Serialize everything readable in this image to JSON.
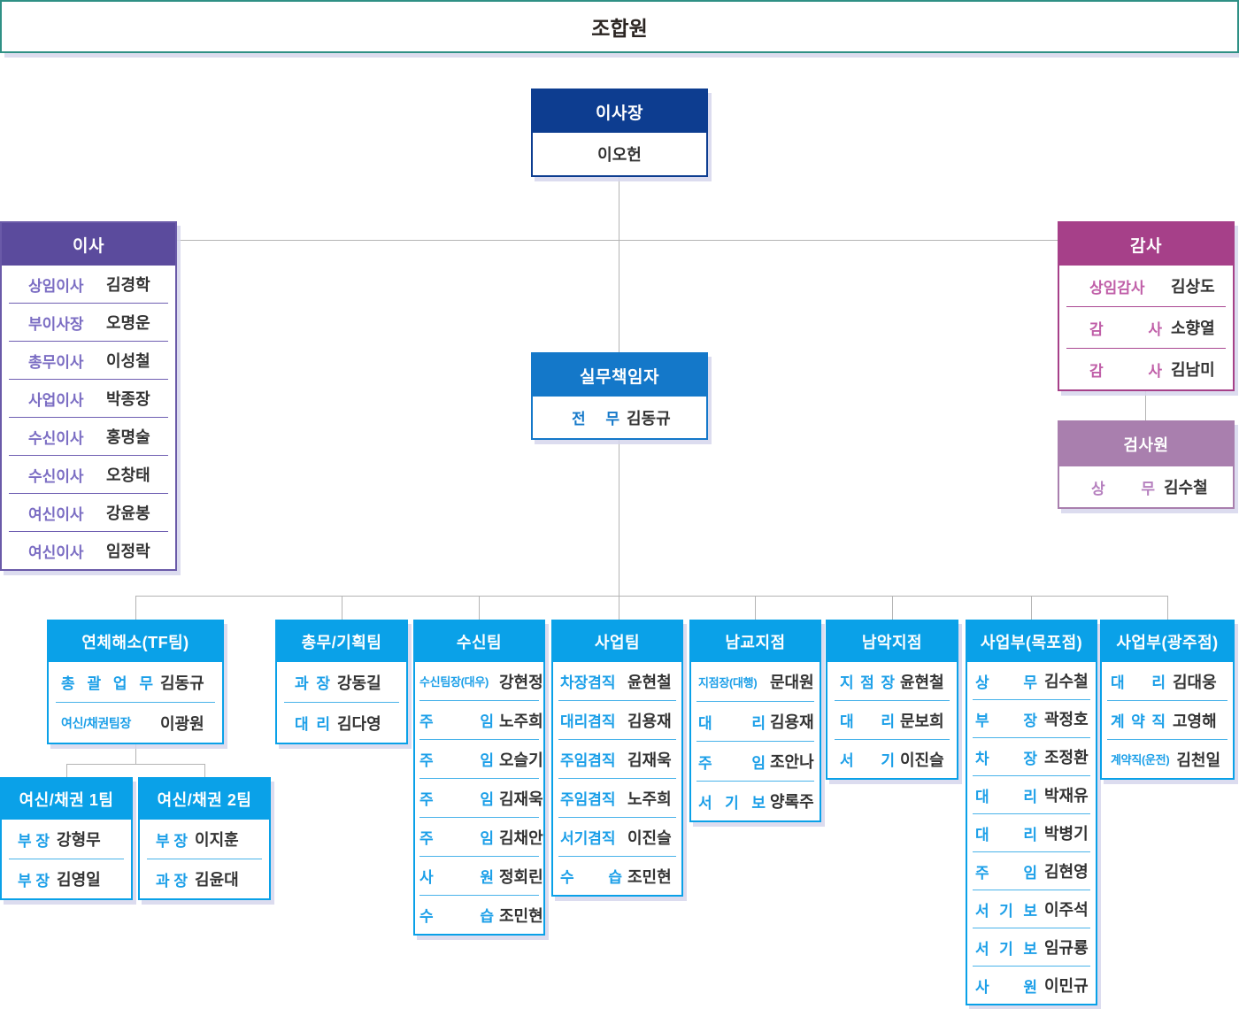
{
  "colors": {
    "member_border_teal": "#2f9085",
    "chairman_navy": "#0d3d90",
    "directors_purple": "#5b4b9d",
    "auditors_magenta": "#a64089",
    "inspector_lilac": "#a97fae",
    "executive_blue": "#1478c9",
    "team_cyan": "#0aa1e8",
    "connector_gray": "#b4b4b4",
    "name_text": "#333333"
  },
  "org": {
    "members": {
      "title": "조합원"
    },
    "chairman": {
      "title": "이사장",
      "name": "이오헌"
    },
    "directors": {
      "title": "이사",
      "rows": [
        {
          "pos": "상임이사",
          "name": "김경학"
        },
        {
          "pos": "부이사장",
          "name": "오명운"
        },
        {
          "pos": "총무이사",
          "name": "이성철"
        },
        {
          "pos": "사업이사",
          "name": "박종장"
        },
        {
          "pos": "수신이사",
          "name": "홍명술"
        },
        {
          "pos": "수신이사",
          "name": "오창태"
        },
        {
          "pos": "여신이사",
          "name": "강윤봉"
        },
        {
          "pos": "여신이사",
          "name": "임정락"
        }
      ]
    },
    "auditors": {
      "title": "감사",
      "rows": [
        {
          "pos": "상임감사",
          "name": "김상도"
        },
        {
          "pos": "감 사",
          "name": "소향열"
        },
        {
          "pos": "감 사",
          "name": "김남미"
        }
      ]
    },
    "executive": {
      "title": "실무책임자",
      "rows": [
        {
          "pos": "전 무",
          "name": "김동규"
        }
      ]
    },
    "inspector": {
      "title": "검사원",
      "rows": [
        {
          "pos": "상 무",
          "name": "김수철"
        }
      ]
    },
    "teams": [
      {
        "title": "연체해소(TF팀)",
        "rows": [
          {
            "pos": "총 괄 업 무",
            "name": "김동규"
          },
          {
            "pos": "여신/채권팀장",
            "name": "이광원",
            "small": true
          }
        ]
      },
      {
        "title": "총무/기획팀",
        "rows": [
          {
            "pos": "과 장",
            "name": "강동길"
          },
          {
            "pos": "대 리",
            "name": "김다영"
          }
        ]
      },
      {
        "title": "수신팀",
        "rows": [
          {
            "pos": "수신팀장(대우)",
            "name": "강현정",
            "small": true
          },
          {
            "pos": "주 임",
            "name": "노주희"
          },
          {
            "pos": "주 임",
            "name": "오슬기"
          },
          {
            "pos": "주 임",
            "name": "김재욱"
          },
          {
            "pos": "주 임",
            "name": "김채안"
          },
          {
            "pos": "사 원",
            "name": "정회린"
          },
          {
            "pos": "수 습",
            "name": "조민현"
          }
        ]
      },
      {
        "title": "사업팀",
        "rows": [
          {
            "pos": "차장겸직",
            "name": "윤현철"
          },
          {
            "pos": "대리겸직",
            "name": "김용재"
          },
          {
            "pos": "주임겸직",
            "name": "김재욱"
          },
          {
            "pos": "주임겸직",
            "name": "노주희"
          },
          {
            "pos": "서기겸직",
            "name": "이진슬"
          },
          {
            "pos": "수 습",
            "name": "조민현"
          }
        ]
      },
      {
        "title": "남교지점",
        "rows": [
          {
            "pos": "지점장(대행)",
            "name": "문대원",
            "small": true
          },
          {
            "pos": "대 리",
            "name": "김용재"
          },
          {
            "pos": "주 임",
            "name": "조안나"
          },
          {
            "pos": "서 기 보",
            "name": "양록주"
          }
        ]
      },
      {
        "title": "남악지점",
        "rows": [
          {
            "pos": "지 점 장",
            "name": "윤현철"
          },
          {
            "pos": "대 리",
            "name": "문보희"
          },
          {
            "pos": "서 기",
            "name": "이진슬"
          }
        ]
      },
      {
        "title": "사업부(목포점)",
        "rows": [
          {
            "pos": "상 무",
            "name": "김수철"
          },
          {
            "pos": "부 장",
            "name": "곽정호"
          },
          {
            "pos": "차 장",
            "name": "조정환"
          },
          {
            "pos": "대 리",
            "name": "박재유"
          },
          {
            "pos": "대 리",
            "name": "박병기"
          },
          {
            "pos": "주 임",
            "name": "김현영"
          },
          {
            "pos": "서 기 보",
            "name": "이주석"
          },
          {
            "pos": "서 기 보",
            "name": "임규룡"
          },
          {
            "pos": "사 원",
            "name": "이민규"
          }
        ]
      },
      {
        "title": "사업부(광주점)",
        "rows": [
          {
            "pos": "대 리",
            "name": "김대웅"
          },
          {
            "pos": "계 약 직",
            "name": "고영해"
          },
          {
            "pos": "계약직(운전)",
            "name": "김천일",
            "small": true
          }
        ]
      }
    ],
    "loan_teams": [
      {
        "title": "여신/채권 1팀",
        "rows": [
          {
            "pos": "부 장",
            "name": "강형무"
          },
          {
            "pos": "부 장",
            "name": "김영일"
          }
        ]
      },
      {
        "title": "여신/채권 2팀",
        "rows": [
          {
            "pos": "부 장",
            "name": "이지훈"
          },
          {
            "pos": "과 장",
            "name": "김윤대"
          }
        ]
      }
    ]
  }
}
